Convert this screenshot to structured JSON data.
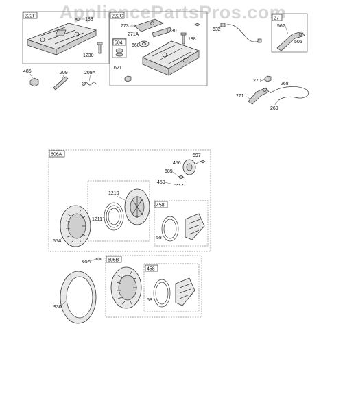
{
  "watermark": "AppliancePartsPros.com",
  "groups": [
    {
      "id": "222F"
    },
    {
      "id": "222G"
    },
    {
      "id": "504"
    },
    {
      "id": "27"
    },
    {
      "id": "606A"
    },
    {
      "id": "458"
    },
    {
      "id": "606B"
    },
    {
      "id": "458"
    }
  ],
  "parts": {
    "p188a": "188",
    "p1230a": "1230",
    "p485": "485",
    "p209": "209",
    "p209a": "209A",
    "p773": "773",
    "p271a": "271A",
    "p1230b": "1230",
    "p188b": "188",
    "p668": "668",
    "p621": "621",
    "p632": "632",
    "p562": "562",
    "p505": "505",
    "p270": "270",
    "p268": "268",
    "p271": "271",
    "p269": "269",
    "p597": "597",
    "p456": "456",
    "p689": "689",
    "p459": "459",
    "p1210": "1210",
    "p1211": "1211",
    "p55a": "55A",
    "p58a": "58",
    "p65a": "65A",
    "p930": "930",
    "p58b": "58"
  }
}
